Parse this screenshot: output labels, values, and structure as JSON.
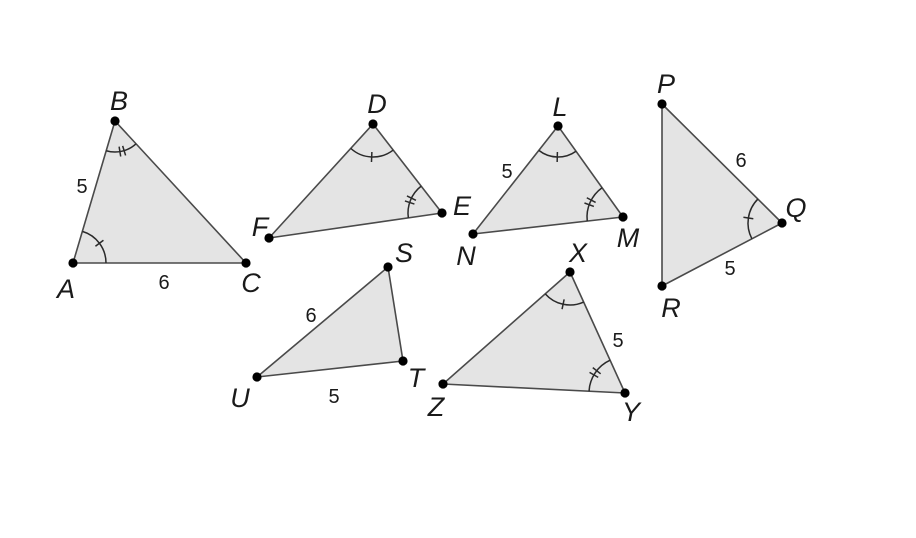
{
  "figure": {
    "triangles": [
      {
        "id": "ABC",
        "vertices": [
          {
            "name": "A",
            "label": "A"
          },
          {
            "name": "B",
            "label": "B"
          },
          {
            "name": "C",
            "label": "C"
          }
        ],
        "sides": [
          {
            "from": "A",
            "to": "B",
            "label": "5"
          },
          {
            "from": "A",
            "to": "C",
            "label": "6"
          }
        ],
        "angle_marks": [
          {
            "at": "A",
            "ticks": 1
          },
          {
            "at": "B",
            "ticks": 2
          }
        ]
      },
      {
        "id": "DEF",
        "vertices": [
          {
            "name": "D",
            "label": "D"
          },
          {
            "name": "E",
            "label": "E"
          },
          {
            "name": "F",
            "label": "F"
          }
        ],
        "sides": [],
        "angle_marks": [
          {
            "at": "D",
            "ticks": 1
          },
          {
            "at": "E",
            "ticks": 2
          }
        ]
      },
      {
        "id": "LMN",
        "vertices": [
          {
            "name": "L",
            "label": "L"
          },
          {
            "name": "M",
            "label": "M"
          },
          {
            "name": "N",
            "label": "N"
          }
        ],
        "sides": [
          {
            "from": "N",
            "to": "L",
            "label": "5"
          }
        ],
        "angle_marks": [
          {
            "at": "L",
            "ticks": 1
          },
          {
            "at": "M",
            "ticks": 2
          }
        ]
      },
      {
        "id": "PQR",
        "vertices": [
          {
            "name": "P",
            "label": "P"
          },
          {
            "name": "Q",
            "label": "Q"
          },
          {
            "name": "R",
            "label": "R"
          }
        ],
        "sides": [
          {
            "from": "P",
            "to": "Q",
            "label": "6"
          },
          {
            "from": "Q",
            "to": "R",
            "label": "5"
          }
        ],
        "angle_marks": [
          {
            "at": "Q",
            "ticks": 1
          }
        ]
      },
      {
        "id": "STU",
        "vertices": [
          {
            "name": "S",
            "label": "S"
          },
          {
            "name": "T",
            "label": "T"
          },
          {
            "name": "U",
            "label": "U"
          }
        ],
        "sides": [
          {
            "from": "U",
            "to": "S",
            "label": "6"
          },
          {
            "from": "U",
            "to": "T",
            "label": "5"
          }
        ],
        "angle_marks": []
      },
      {
        "id": "XYZ",
        "vertices": [
          {
            "name": "X",
            "label": "X"
          },
          {
            "name": "Y",
            "label": "Y"
          },
          {
            "name": "Z",
            "label": "Z"
          }
        ],
        "sides": [
          {
            "from": "X",
            "to": "Y",
            "label": "5"
          }
        ],
        "angle_marks": [
          {
            "at": "X",
            "ticks": 1
          },
          {
            "at": "Y",
            "ticks": 2
          }
        ]
      }
    ]
  }
}
